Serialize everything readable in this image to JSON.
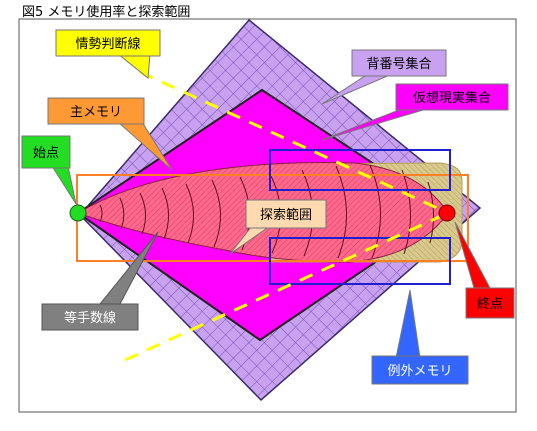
{
  "figure": {
    "title": "図5  メモリ使用率と探索範囲"
  },
  "labels": {
    "info_line": "情勢判断線",
    "main_memory": "主メモリ",
    "start_point": "始点",
    "background_set": "背番号集合",
    "hypothetical_set": "仮想現実集合",
    "search_range": "探索範囲",
    "equal_hands_line": "等手数線",
    "end_point": "終点",
    "exception_memory": "例外メモリ"
  },
  "colors": {
    "outer_diamond": "#c8a2f0",
    "outer_grid": "#7a50b8",
    "inner_diamond": "#ff00ff",
    "search_fill": "#ff6a8c",
    "tan": "#d8c98e",
    "orange_rect": "#ff7f27",
    "blue_rect": "#2020d0",
    "yellow_line": "#ffff00",
    "start_green": "#22dd22",
    "end_red": "#ff0000",
    "callout_yellow": "#ffff00",
    "callout_orange": "#ff9933",
    "callout_gray": "#808080",
    "callout_blue": "#3366ff",
    "callout_magenta": "#ff00ff",
    "callout_purple": "#c8a2f0"
  }
}
